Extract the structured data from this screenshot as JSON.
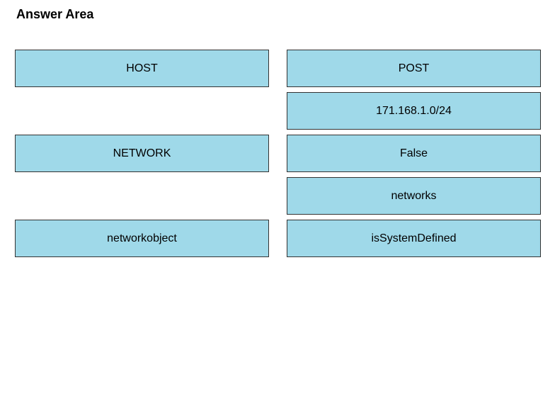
{
  "answer_area": {
    "title": "Answer Area"
  },
  "left_column": {
    "items": [
      {
        "label": "HOST"
      },
      {
        "label": "NETWORK"
      },
      {
        "label": "networkobject"
      }
    ]
  },
  "right_column": {
    "items": [
      {
        "label": "POST"
      },
      {
        "label": "171.168.1.0/24"
      },
      {
        "label": "False"
      },
      {
        "label": "networks"
      },
      {
        "label": "isSystemDefined"
      }
    ]
  },
  "colors": {
    "box_fill": "#9fd9e9",
    "box_border": "#333333"
  }
}
